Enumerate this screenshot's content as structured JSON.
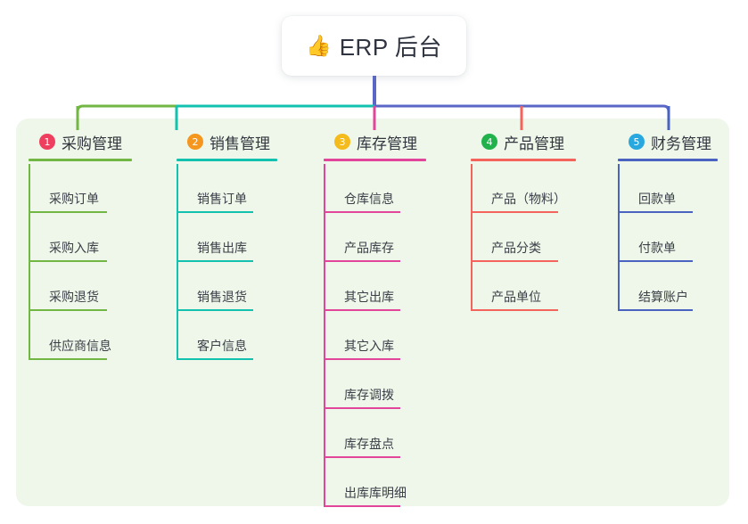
{
  "root": {
    "icon": "thumbs-up-emoji",
    "emoji": "👍",
    "title": "ERP 后台"
  },
  "palette": {
    "panel_bg": "#eef7e9",
    "page_bg": "#ffffff",
    "root_stem": "#5a67c6",
    "bus_green": "#72b643",
    "bus_teal": "#12c2ae",
    "bus_blue": "#5a67c6",
    "text": "#31363f"
  },
  "columns": [
    {
      "number": "1",
      "label": "采购管理",
      "badge_color": "#ef3f5e",
      "line_color": "#72b643",
      "drop_color": "#72b643",
      "items": [
        "采购订单",
        "采购入库",
        "采购退货",
        "供应商信息"
      ]
    },
    {
      "number": "2",
      "label": "销售管理",
      "badge_color": "#f5961e",
      "line_color": "#12c2ae",
      "drop_color": "#12c2ae",
      "items": [
        "销售订单",
        "销售出库",
        "销售退货",
        "客户信息"
      ]
    },
    {
      "number": "3",
      "label": "库存管理",
      "badge_color": "#f5bb1d",
      "line_color": "#e2469b",
      "drop_color": "#e2469b",
      "items": [
        "仓库信息",
        "产品库存",
        "其它出库",
        "其它入库",
        "库存调拨",
        "库存盘点",
        "出库库明细"
      ]
    },
    {
      "number": "4",
      "label": "产品管理",
      "badge_color": "#21b24b",
      "line_color": "#f4635c",
      "drop_color": "#f4635c",
      "items": [
        "产品（物料）",
        "产品分类",
        "产品单位"
      ]
    },
    {
      "number": "5",
      "label": "财务管理",
      "badge_color": "#29a8e0",
      "line_color": "#4a63c0",
      "drop_color": "#4a63c0",
      "items": [
        "回款单",
        "付款单",
        "结算账户"
      ]
    }
  ]
}
